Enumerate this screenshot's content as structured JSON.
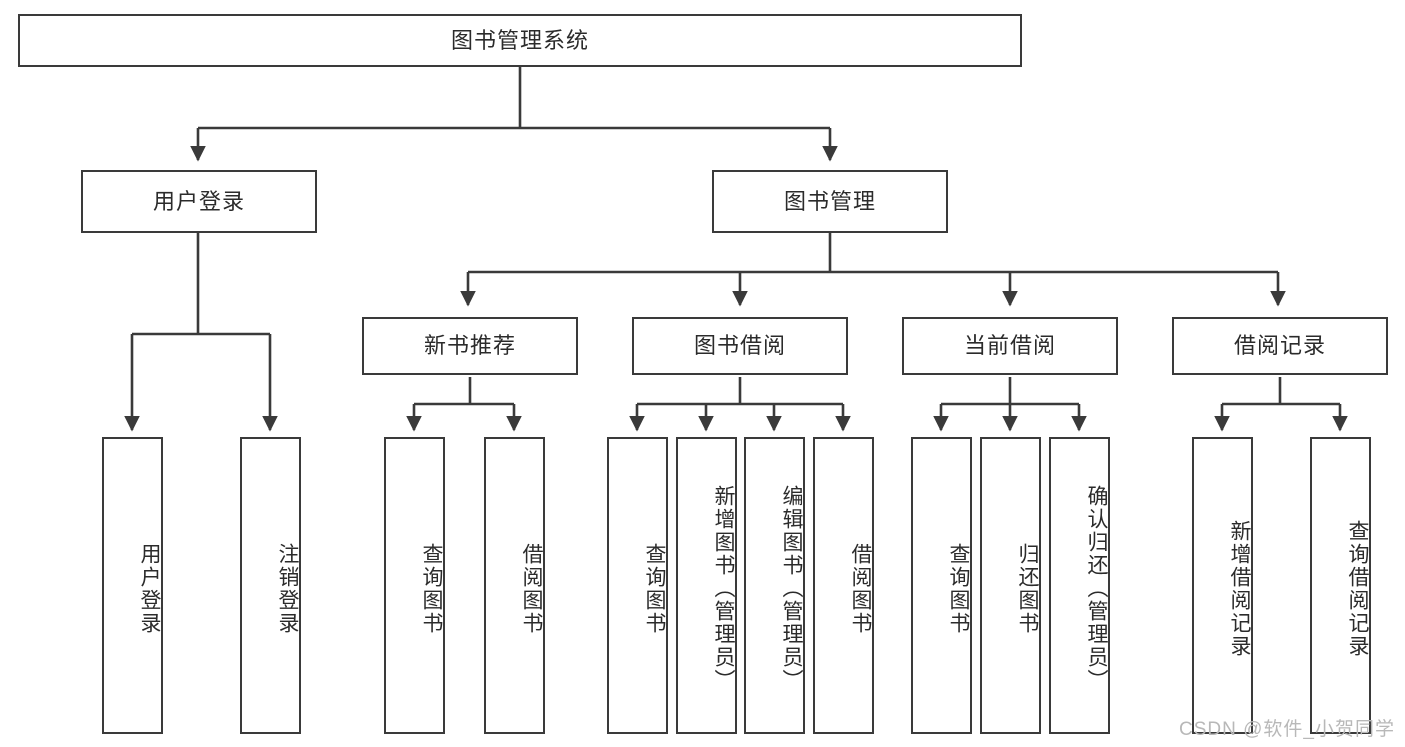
{
  "diagram": {
    "title": "图书管理系统",
    "type": "hierarchy-tree",
    "stroke_color": "#3a3a3a",
    "text_color": "#2b2b2b",
    "background_color": "#ffffff",
    "nodes": {
      "root": {
        "label": "图书管理系统"
      },
      "level2": [
        {
          "id": "user-login",
          "label": "用户登录"
        },
        {
          "id": "book-management",
          "label": "图书管理"
        }
      ],
      "level3": [
        {
          "id": "new-book-recommend",
          "label": "新书推荐"
        },
        {
          "id": "book-borrow",
          "label": "图书借阅"
        },
        {
          "id": "current-borrow",
          "label": "当前借阅"
        },
        {
          "id": "borrow-record",
          "label": "借阅记录"
        }
      ],
      "leaves": [
        {
          "id": "leaf-user-login",
          "label": "用户登录",
          "parent": "user-login"
        },
        {
          "id": "leaf-user-logout",
          "label": "注销登录",
          "parent": "user-login"
        },
        {
          "id": "leaf-query-book-1",
          "label": "查询图书",
          "parent": "new-book-recommend"
        },
        {
          "id": "leaf-borrow-book-1",
          "label": "借阅图书",
          "parent": "new-book-recommend"
        },
        {
          "id": "leaf-query-book-2",
          "label": "查询图书",
          "parent": "book-borrow"
        },
        {
          "id": "leaf-add-book",
          "label": "新增图书（管理员）",
          "parent": "book-borrow"
        },
        {
          "id": "leaf-edit-book",
          "label": "编辑图书（管理员）",
          "parent": "book-borrow"
        },
        {
          "id": "leaf-borrow-book-2",
          "label": "借阅图书",
          "parent": "book-borrow"
        },
        {
          "id": "leaf-query-book-3",
          "label": "查询图书",
          "parent": "current-borrow"
        },
        {
          "id": "leaf-return-book",
          "label": "归还图书",
          "parent": "current-borrow"
        },
        {
          "id": "leaf-confirm-return",
          "label": "确认归还（管理员）",
          "parent": "current-borrow"
        },
        {
          "id": "leaf-add-record",
          "label": "新增借阅记录",
          "parent": "borrow-record"
        },
        {
          "id": "leaf-query-record",
          "label": "查询借阅记录",
          "parent": "borrow-record"
        }
      ]
    },
    "watermark": "CSDN @软件_小贺同学"
  }
}
